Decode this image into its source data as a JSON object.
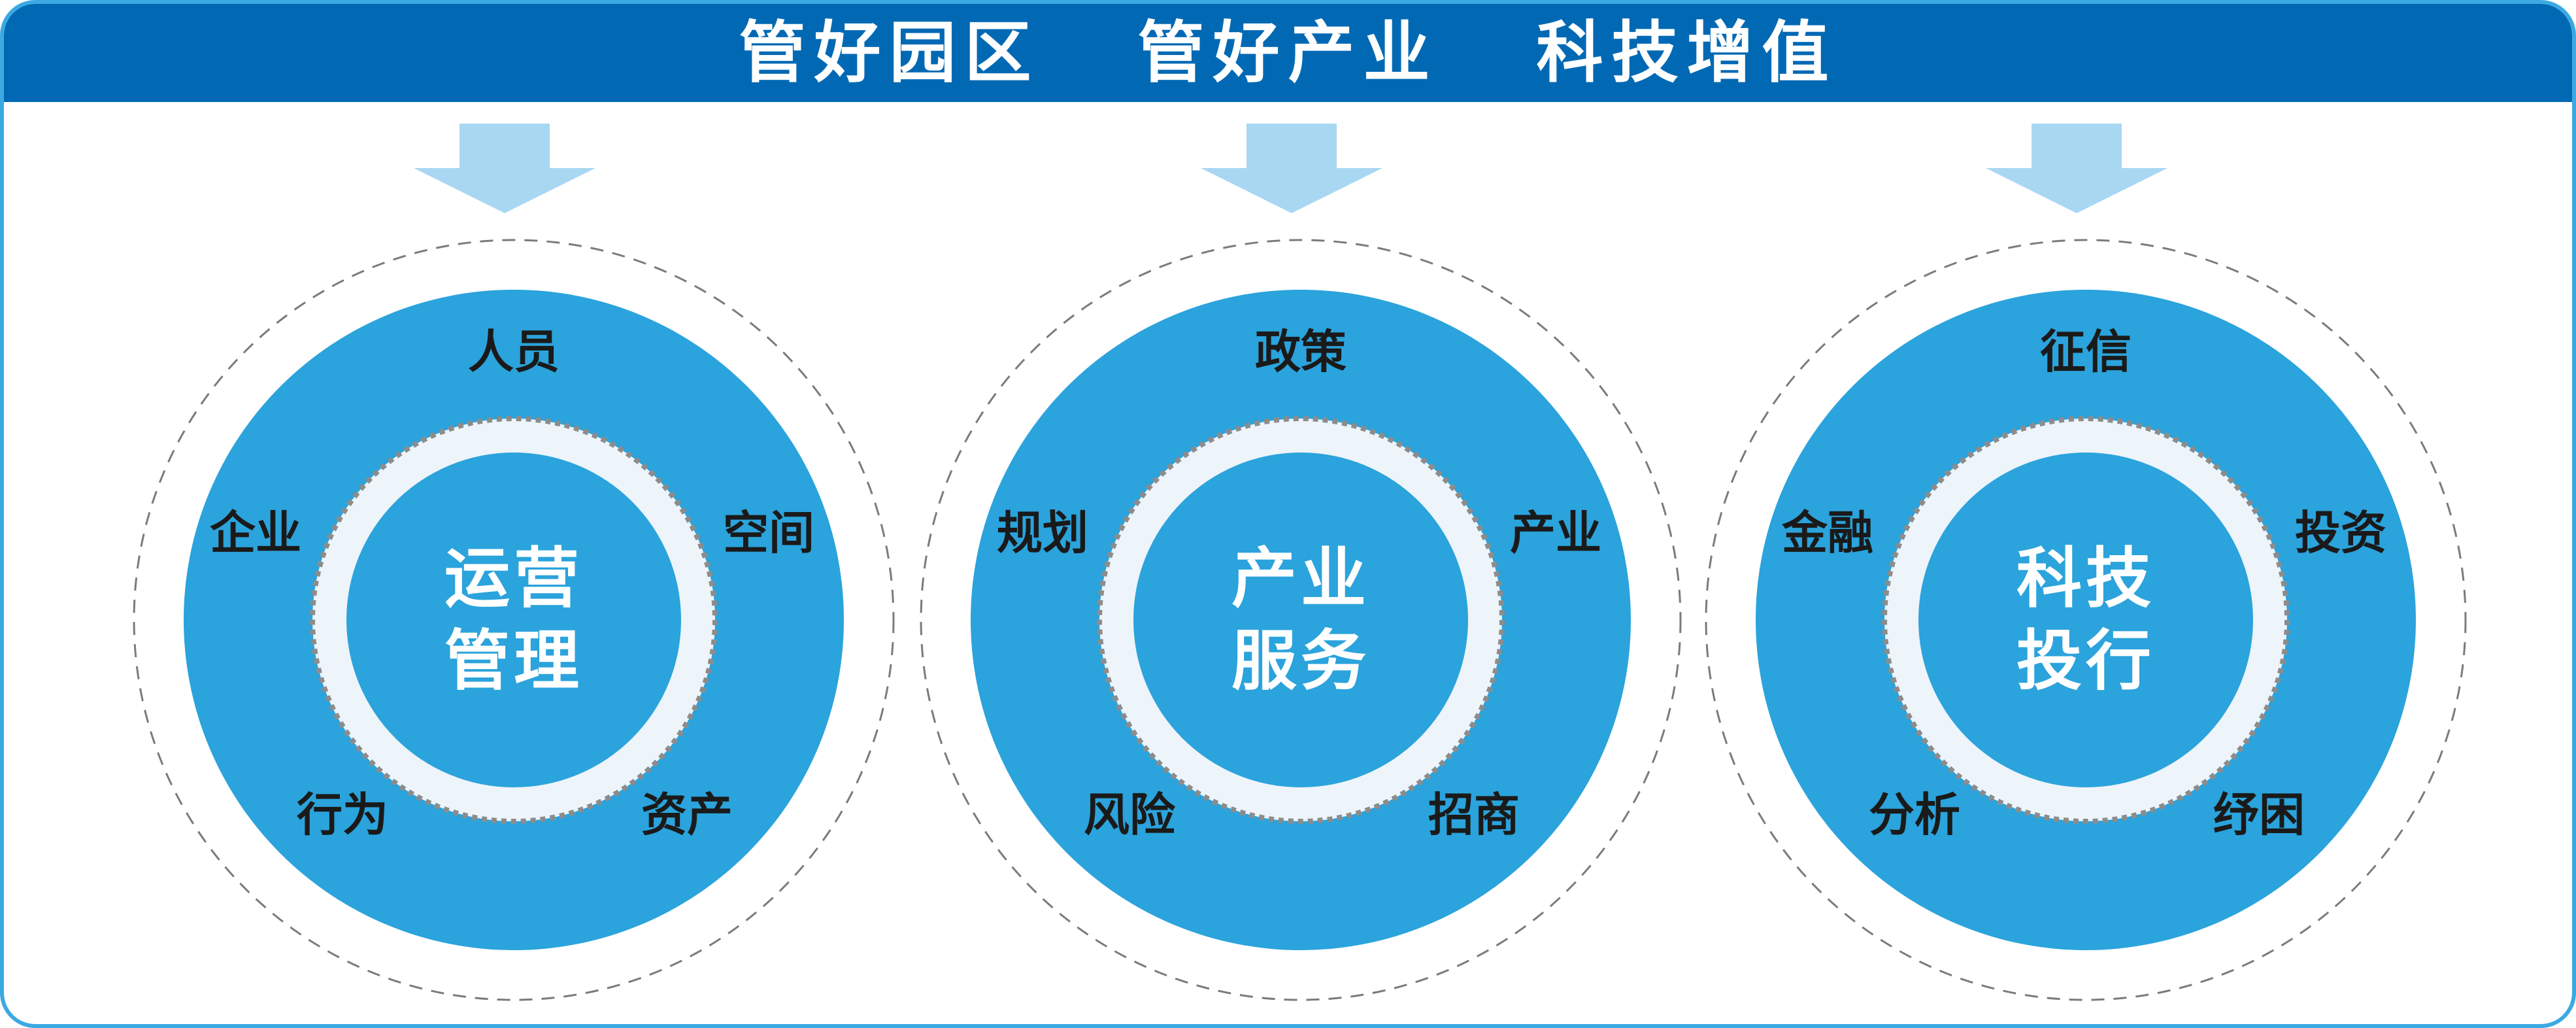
{
  "header": {
    "title_parts": [
      "管好园区",
      "管好产业",
      "科技增值"
    ]
  },
  "colors": {
    "header-blue": "#0169B4",
    "border-blue": "#3BA9E2",
    "circle-blue": "#2BA3DC",
    "ring-light": "#EDF4FA",
    "arrow-blue": "#A8D7F2",
    "dash-gray": "#7B7B7B",
    "dot-gray": "#8C8C8C",
    "label-black": "#1A1A1A",
    "core-text-white": "#FFFFFF"
  },
  "groups": [
    {
      "id": "operations-management",
      "core_lines": [
        "运营",
        "管理"
      ],
      "labels": {
        "top": "人员",
        "left": "企业",
        "right": "空间",
        "bottom_left": "行为",
        "bottom_right": "资产"
      }
    },
    {
      "id": "industry-services",
      "core_lines": [
        "产业",
        "服务"
      ],
      "labels": {
        "top": "政策",
        "left": "规划",
        "right": "产业",
        "bottom_left": "风险",
        "bottom_right": "招商"
      }
    },
    {
      "id": "tech-investment-banking",
      "core_lines": [
        "科技",
        "投行"
      ],
      "labels": {
        "top": "征信",
        "left": "金融",
        "right": "投资",
        "bottom_left": "分析",
        "bottom_right": "纾困"
      }
    }
  ]
}
